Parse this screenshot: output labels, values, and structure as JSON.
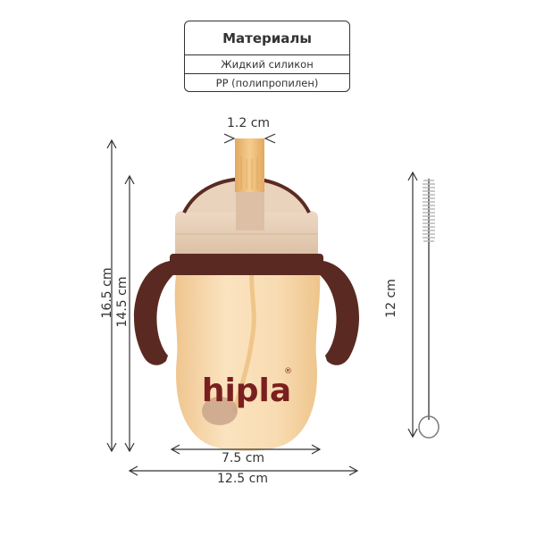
{
  "materials": {
    "title": "Материалы",
    "rows": [
      "Жидкий силикон",
      "PP (полипропилен)"
    ]
  },
  "product": {
    "brand": "hipla",
    "registered_mark": "®"
  },
  "dimensions": {
    "straw_width": "1.2 cm",
    "total_height": "16.5 cm",
    "body_height": "14.5 cm",
    "base_width": "7.5 cm",
    "total_width": "12.5 cm",
    "brush_length": "12 cm"
  },
  "colors": {
    "dark_brown": "#5a2a22",
    "cap_beige": "#e6cfb8",
    "body_peach": "#f6d6a8",
    "straw_amber": "#e9b872",
    "logo_red": "#7a1f1f",
    "line": "#333333"
  }
}
